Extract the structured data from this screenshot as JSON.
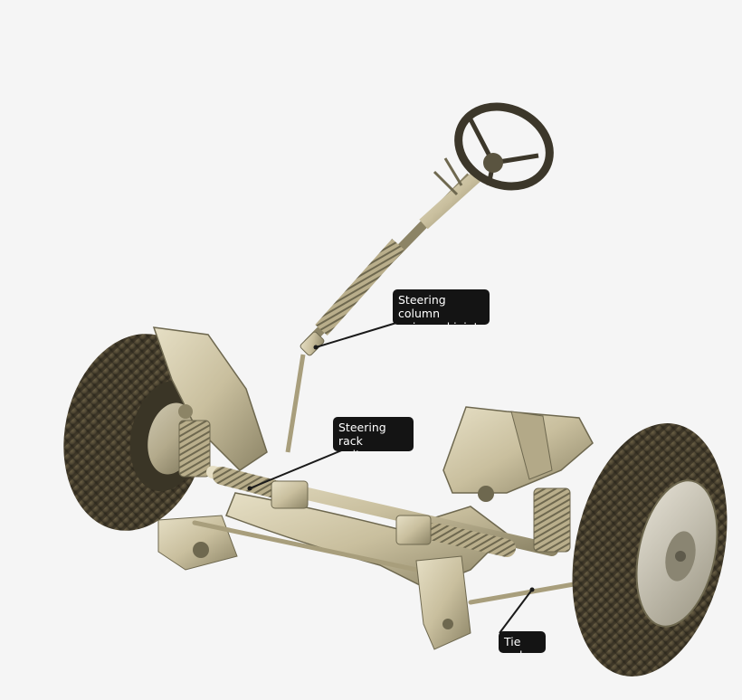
{
  "labels": {
    "column_joint": "Steering column\nuniversal joint",
    "rack_gaiter": "Steering rack\ngaiter",
    "tie_rod": "Tie rod"
  },
  "colors": {
    "background": "#f5f5f5",
    "callout_background": "#141414",
    "callout_text": "#ffffff",
    "tyre": "#4a4230",
    "metal": "#c9bf9e",
    "metal_dark": "#8c8466"
  }
}
